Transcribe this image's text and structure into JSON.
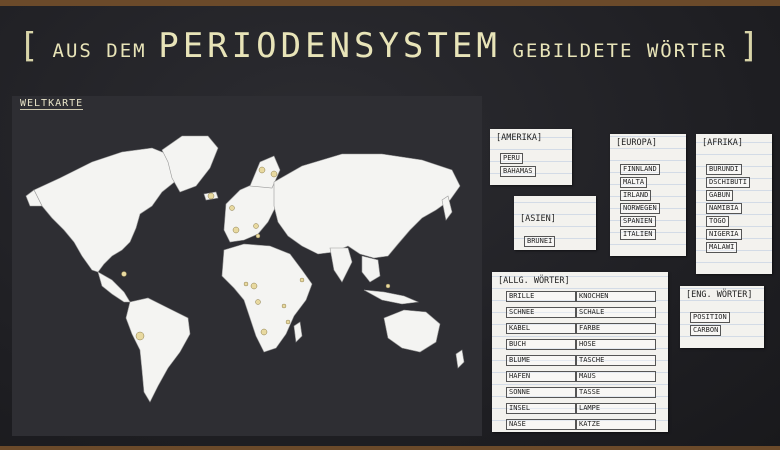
{
  "title": {
    "open_bracket": "[",
    "part1": "AUS DEM",
    "part2": "PERIODENSYSTEM",
    "part3": "GEBILDETE WÖRTER",
    "close_bracket": "]"
  },
  "map": {
    "label": "WELTKARTE"
  },
  "cards": {
    "amerika": {
      "heading": "[AMERIKA]",
      "words": [
        "PERU",
        "BAHAMAS"
      ]
    },
    "asien": {
      "heading": "[ASIEN]",
      "words": [
        "BRUNEI"
      ]
    },
    "europa": {
      "heading": "[EUROPA]",
      "words": [
        "FINNLAND",
        "MALTA",
        "IRLAND",
        "NORWEGEN",
        "SPANIEN",
        "ITALIEN"
      ]
    },
    "afrika": {
      "heading": "[AFRIKA]",
      "words": [
        "BURUNDI",
        "DSCHIBUTI",
        "GABUN",
        "NAMIBIA",
        "TOGO",
        "NIGERIA",
        "MALAWI"
      ]
    },
    "allg": {
      "heading": "[ALLG. WÖRTER]",
      "words": [
        "BRILLE",
        "KNOCHEN",
        "SCHNEE",
        "SCHALE",
        "KABEL",
        "FARBE",
        "BUCH",
        "HOSE",
        "BLUME",
        "TASCHE",
        "HAFEN",
        "MAUS",
        "SONNE",
        "TASSE",
        "INSEL",
        "LAMPE",
        "NASE",
        "KATZE"
      ]
    },
    "engl": {
      "heading": "[ENG. WÖRTER]",
      "words": [
        "POSITION",
        "CARBON"
      ]
    }
  },
  "colors": {
    "board": "#232327",
    "chalk": "#e8e4b8",
    "paper": "#f3f2ee",
    "land": "#f4f4f2",
    "highlight": "#e8d9a0"
  }
}
